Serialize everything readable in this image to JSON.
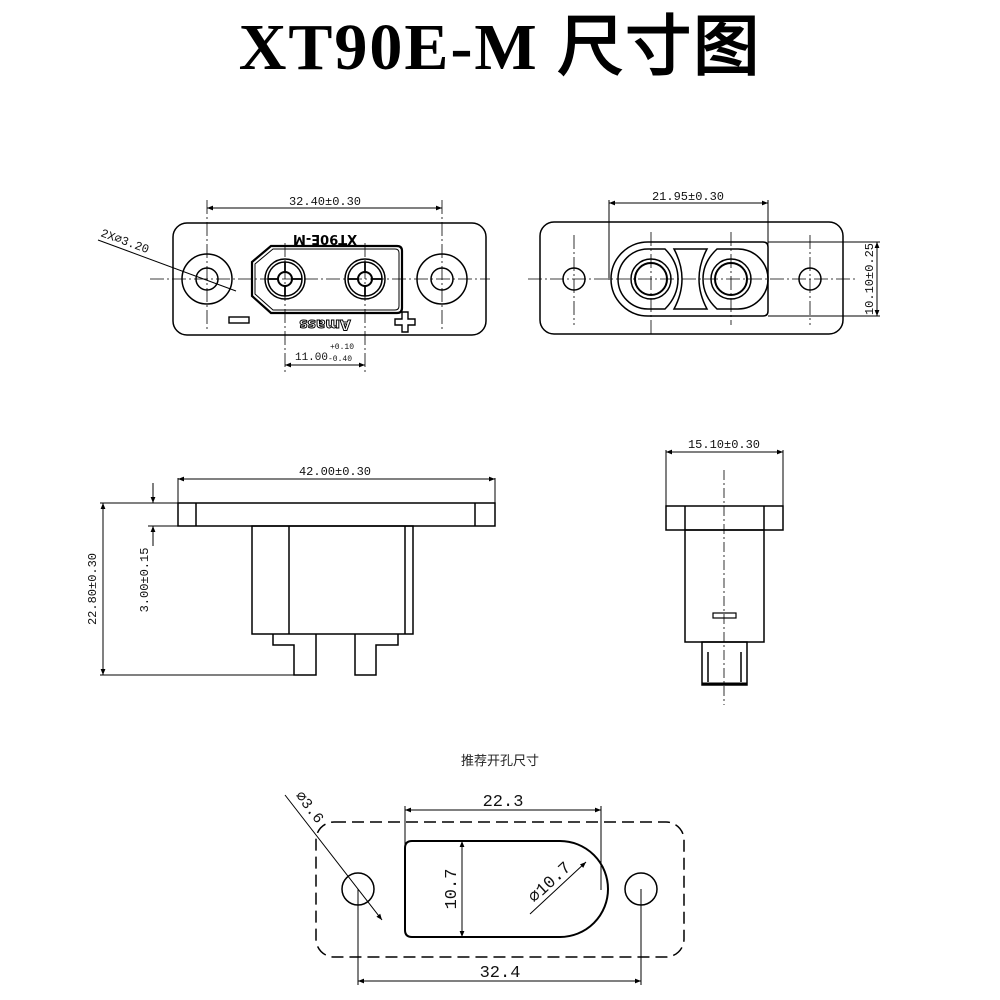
{
  "title": "XT90E-M 尺寸图",
  "views": {
    "front": {
      "hole_callout": "2X⌀3.20",
      "width_dim": "32.40±0.30",
      "pin_pitch_dim": "11.00",
      "pin_pitch_tol_plus": "+0.10",
      "pin_pitch_tol_minus": "-0.40",
      "marking_top": "XT90E-M",
      "marking_bottom": "Amass",
      "minus_symbol": "−",
      "plus_symbol": "+"
    },
    "rear": {
      "width_dim": "21.95±0.30",
      "height_dim": "10.10±0.25"
    },
    "side": {
      "flange_width_dim": "42.00±0.30",
      "total_height_dim": "22.80±0.30",
      "flange_thickness_dim": "3.00±0.15"
    },
    "end": {
      "width_dim": "15.10±0.30"
    },
    "cutout": {
      "title": "推荐开孔尺寸",
      "hole_dia": "⌀3.6",
      "slot_width": "22.3",
      "slot_height": "10.7",
      "slot_radius": "⌀10.7",
      "hole_pitch": "32.4"
    }
  }
}
